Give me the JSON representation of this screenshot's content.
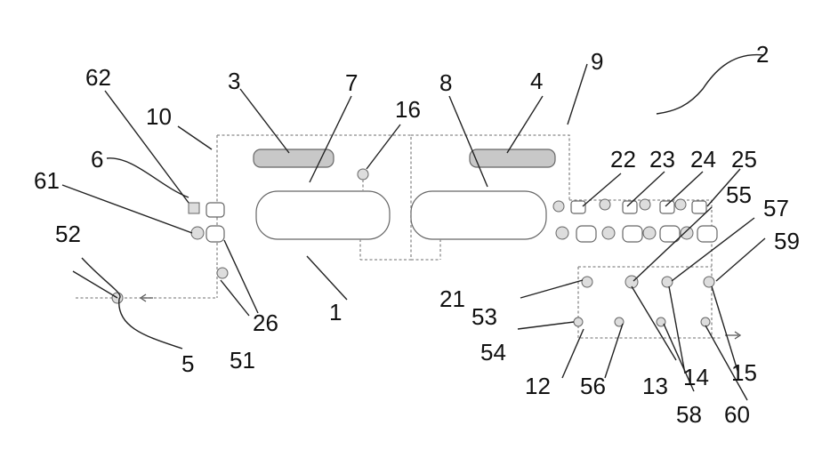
{
  "labels": {
    "l1": "1",
    "l2": "2",
    "l3": "3",
    "l4": "4",
    "l5": "5",
    "l6": "6",
    "l7": "7",
    "l8": "8",
    "l9": "9",
    "l10": "10",
    "l12": "12",
    "l13": "13",
    "l14": "14",
    "l15": "15",
    "l16": "16",
    "l21": "21",
    "l22": "22",
    "l23": "23",
    "l24": "24",
    "l25": "25",
    "l26": "26",
    "l51": "51",
    "l52": "52",
    "l53": "53",
    "l54": "54",
    "l55": "55",
    "l56": "56",
    "l57": "57",
    "l58": "58",
    "l59": "59",
    "l60": "60",
    "l61": "61",
    "l62": "62"
  },
  "colors": {
    "line": "#8a8a8a",
    "leader": "#222222",
    "coil": "#c8c8c8"
  }
}
